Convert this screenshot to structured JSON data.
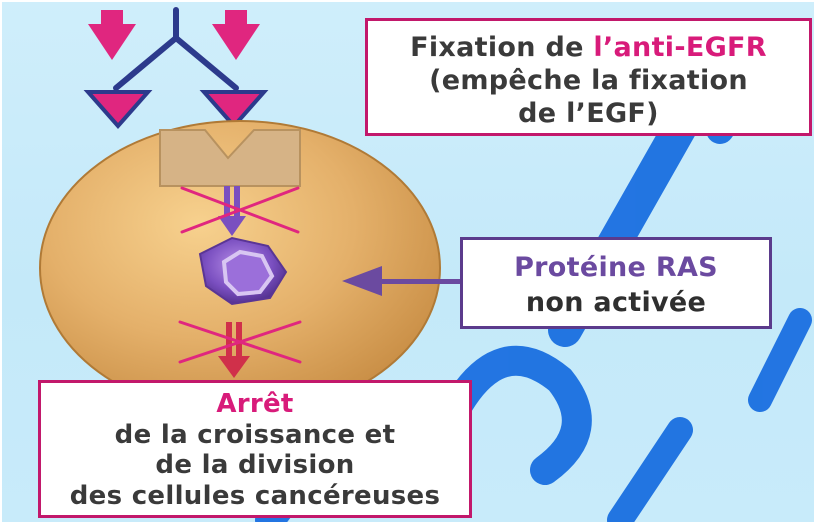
{
  "boxes": {
    "egfr": {
      "line1_prefix": "Fixation de ",
      "line1_highlight": "l’anti-EGFR",
      "line2": "(empêche la fixation",
      "line3": "de l’EGF)"
    },
    "ras": {
      "line1": "Protéine RAS",
      "line2": "non activée"
    },
    "arret": {
      "line1": "Arrêt",
      "line2": "de la croissance et",
      "line3": "de la division",
      "line4": "des cellules cancéreuses"
    }
  },
  "colors": {
    "background": "#c8ebfa",
    "magenta": "#e0267f",
    "navy": "#2c3a8c",
    "purple": "#6b4aa0",
    "cell": "#d9a55f",
    "receptor": "#d6b386",
    "blocked_cross": "#e0267f",
    "signal_red": "#d0304a",
    "watermark_blue": "#1a6fe0"
  },
  "icons": [
    "arrow-down-icon",
    "antibody-y-icon",
    "cross-block-icon",
    "ras-protein-icon",
    "arrow-left-icon"
  ]
}
